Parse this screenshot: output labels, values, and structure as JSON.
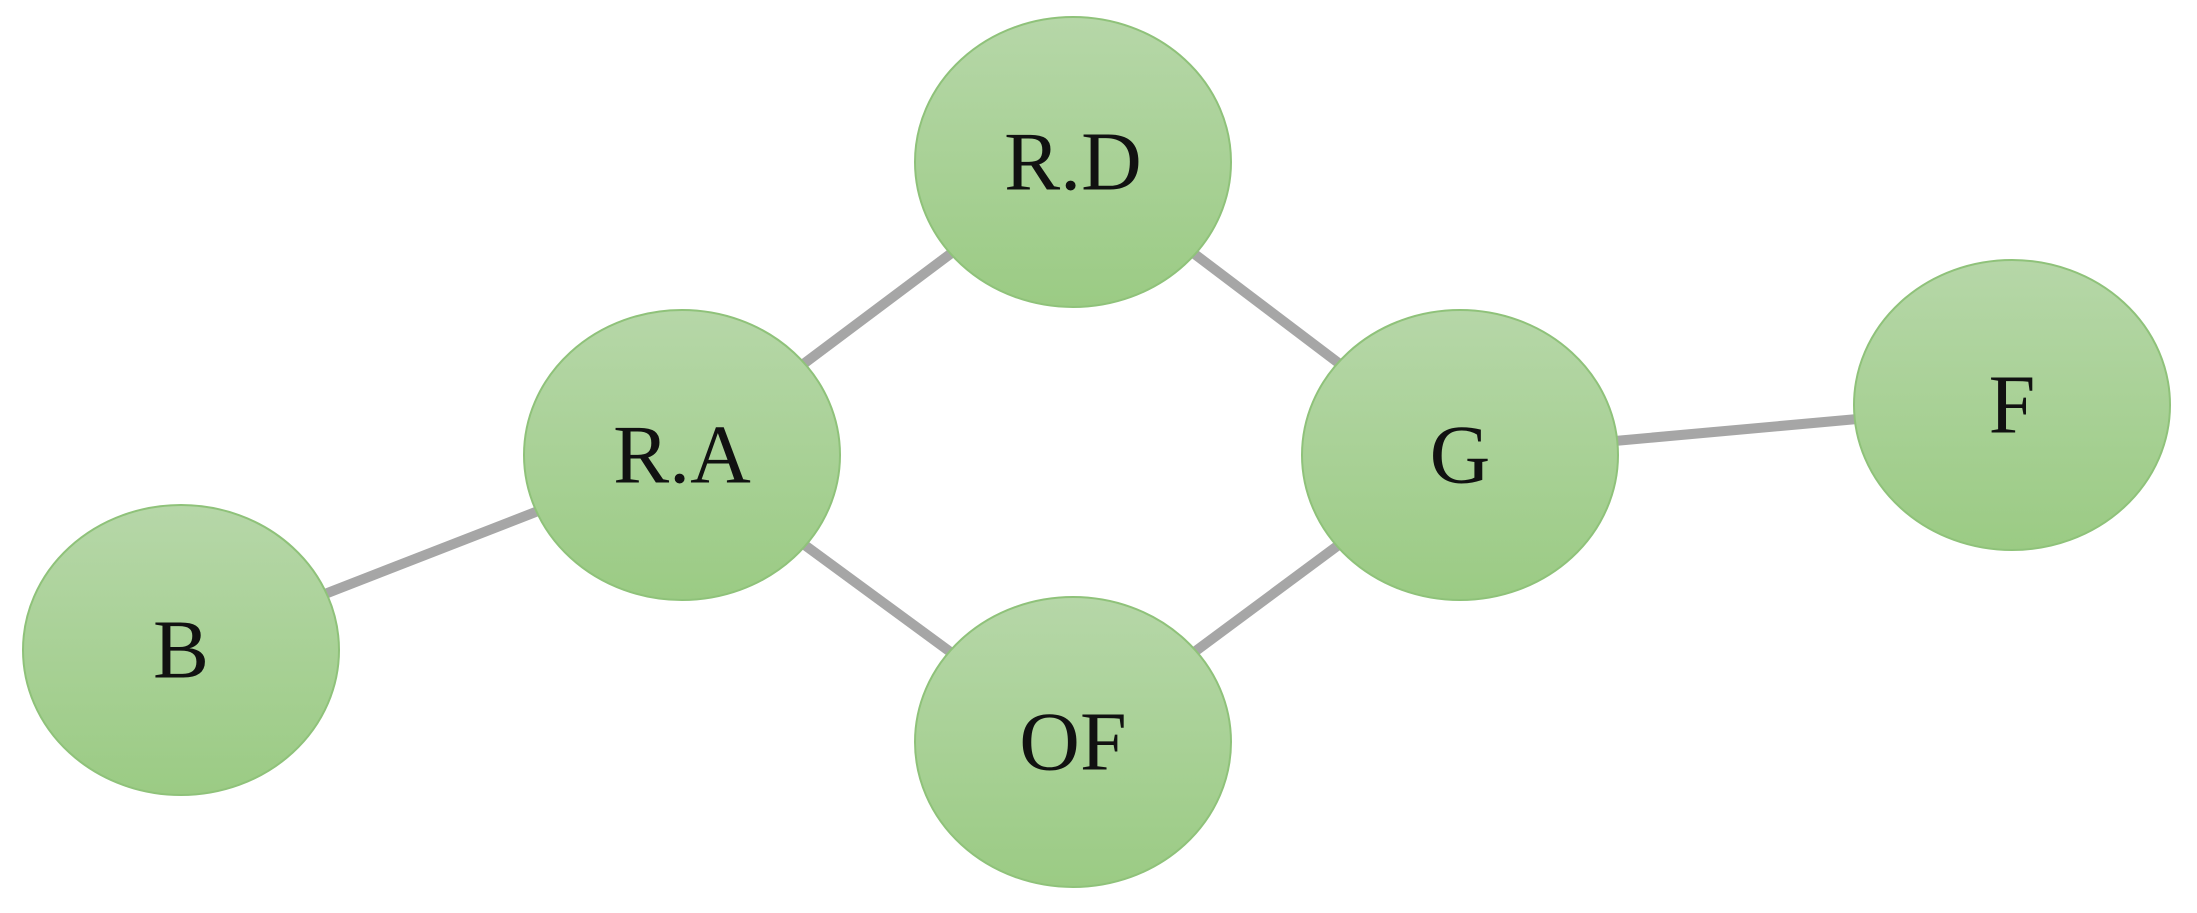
{
  "colors": {
    "node_fill_top": "#b6d7a8",
    "node_fill_bottom": "#9bcb84",
    "node_stroke": "#8fc27a",
    "edge": "#a6a6a6",
    "label": "#111111",
    "background": "#ffffff"
  },
  "nodes": [
    {
      "id": "RD",
      "label": "R.D"
    },
    {
      "id": "RA",
      "label": "R.A"
    },
    {
      "id": "G",
      "label": "G"
    },
    {
      "id": "F",
      "label": "F"
    },
    {
      "id": "B",
      "label": "B"
    },
    {
      "id": "OF",
      "label": "OF"
    }
  ],
  "edges": [
    {
      "from": "RA",
      "to": "RD"
    },
    {
      "from": "RD",
      "to": "G"
    },
    {
      "from": "RA",
      "to": "OF"
    },
    {
      "from": "OF",
      "to": "G"
    },
    {
      "from": "B",
      "to": "RA"
    },
    {
      "from": "G",
      "to": "F"
    }
  ]
}
